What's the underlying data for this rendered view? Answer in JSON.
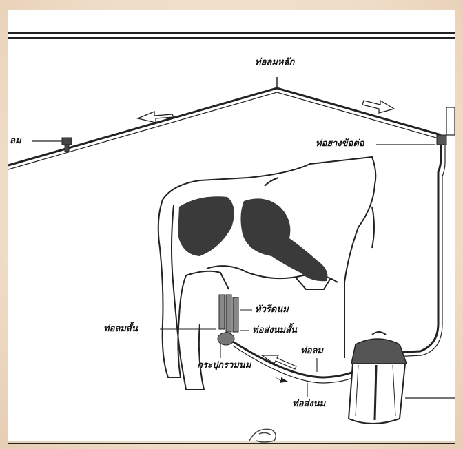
{
  "labels": {
    "main_air_pipe": "ท่อลมหลัก",
    "air_valve": "ลม",
    "rubber_connector": "ท่อยางข้อต่อ",
    "teat_cup": "หัวรีดนม",
    "short_air_tube": "ท่อลมสั้น",
    "short_milk_tube": "ท่อส่งนมสั้น",
    "air_tube": "ท่อลม",
    "milk_claw": "กระปุกรวมนม",
    "milk_tube": "ท่อส่งนม"
  }
}
